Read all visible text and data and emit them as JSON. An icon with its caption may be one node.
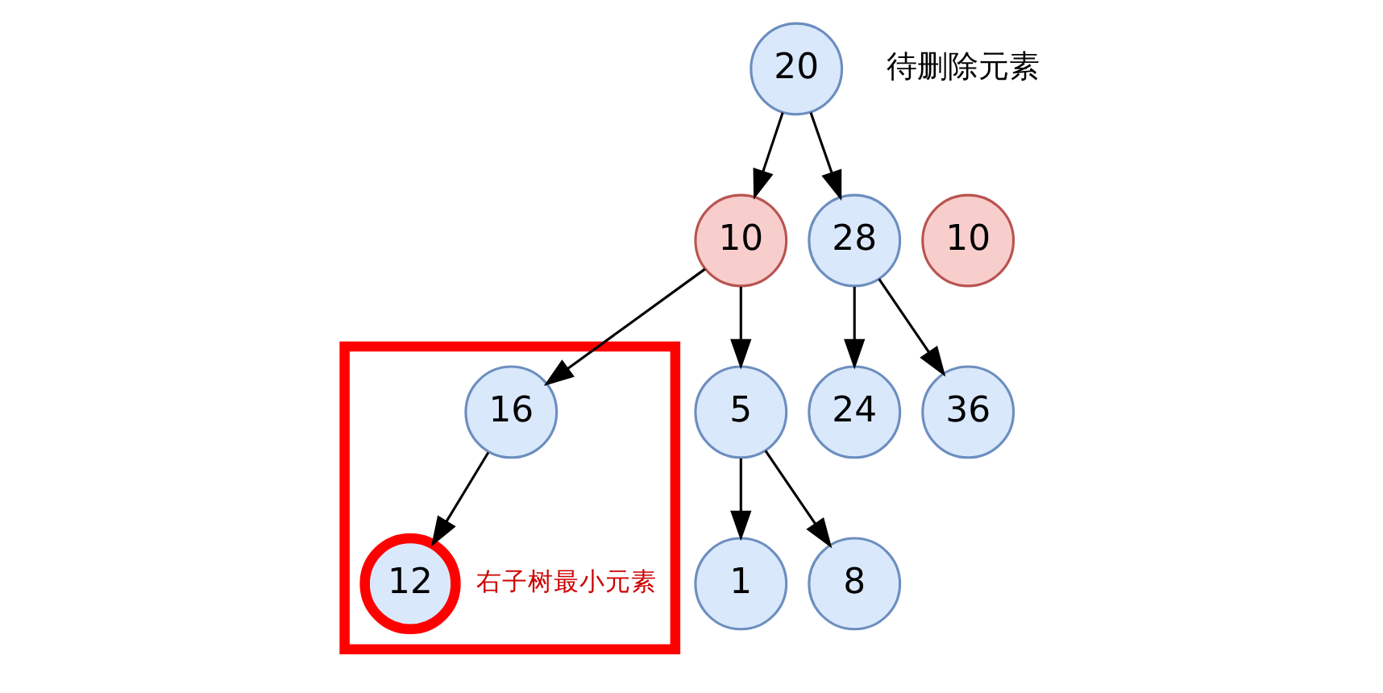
{
  "diagram": {
    "nodes": [
      {
        "text": [
          "20"
        ]
      },
      {
        "text": [
          "10"
        ]
      },
      {
        "text": [
          "28"
        ]
      },
      {
        "text": [
          "5"
        ]
      },
      {
        "text": [],
        "shape": "box"
      },
      {
        "text": [
          "16"
        ],
        "in": 4
      },
      {
        "text": [
          "24"
        ]
      },
      {
        "text": [
          "36"
        ]
      },
      {
        "text": [
          "1"
        ]
      },
      {
        "text": [
          "8"
        ]
      },
      {
        "text": [
          "12"
        ],
        "in": 4,
        "beside": [
          "右子树最小元素"
        ]
      },
      {
        "text": [
          "10"
        ]
      }
    ],
    "edges": [
      {
        "from": 0,
        "to": 1,
        "arrow": "to"
      },
      {
        "from": 0,
        "to": 2,
        "arrow": "to"
      },
      {
        "from": 1,
        "to": 3,
        "arrow": "to"
      },
      {
        "from": 1,
        "to": 5,
        "arrow": "to"
      },
      {
        "from": 2,
        "to": 6,
        "arrow": "to"
      },
      {
        "from": 2,
        "to": 7,
        "arrow": "to"
      },
      {
        "from": 3,
        "to": 8,
        "arrow": "to"
      },
      {
        "from": 3,
        "to": 9,
        "arrow": "to"
      },
      {
        "from": 5,
        "to": 10,
        "arrow": "to"
      }
    ],
    "labels": [
      "待删除元素"
    ]
  }
}
